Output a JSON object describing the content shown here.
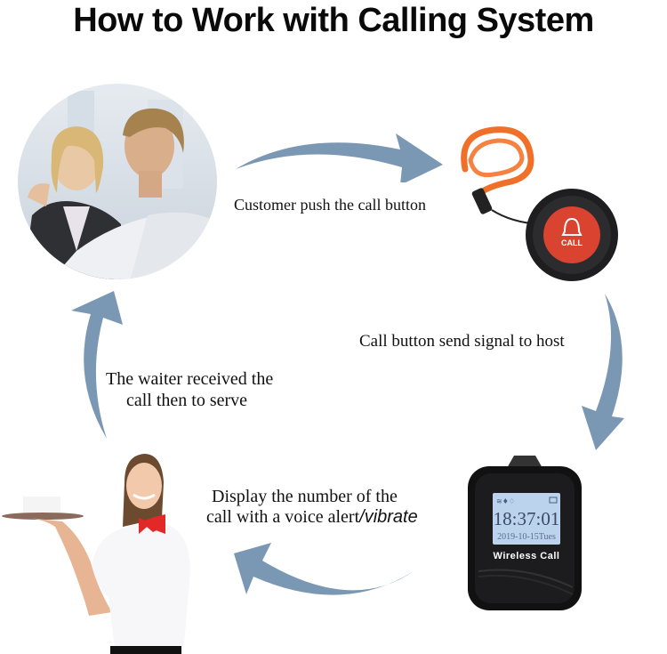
{
  "title": "How to Work with Calling System",
  "steps": [
    {
      "id": "customer",
      "label": "Customer push the call button"
    },
    {
      "id": "signal",
      "label": "Call button send signal to host"
    },
    {
      "id": "display_line1",
      "label": "Display the number of the"
    },
    {
      "id": "display_line2_a",
      "label": "call with a voice alert"
    },
    {
      "id": "display_line2_b",
      "label": "/vibrate"
    },
    {
      "id": "waiter_line1",
      "label": "The waiter received the"
    },
    {
      "id": "waiter_line2",
      "label": "call then to serve"
    }
  ],
  "call_button": {
    "text": "CALL"
  },
  "pager": {
    "time": "18:37:01",
    "date": "2019-10-15Tues",
    "brand": "Wireless Call"
  },
  "colors": {
    "arrow": "#7a97b3",
    "call_red": "#d9432f",
    "lanyard": "#f0702a",
    "lcd": "#bcd3ee"
  }
}
